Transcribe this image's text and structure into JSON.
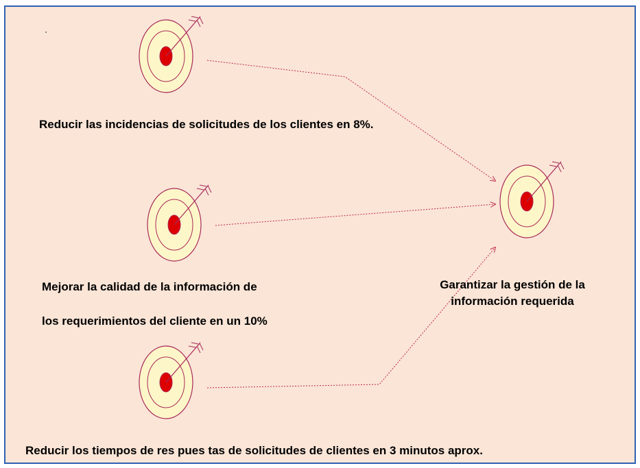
{
  "colors": {
    "background": "#fae5d7",
    "frame": "#2f5fb3",
    "target_fill": "#fdf6c8",
    "target_stroke": "#a8285a",
    "bullseye": "#dd0000",
    "connector": "#c0284a"
  },
  "goals": [
    {
      "icon": "target-goal-icon",
      "text": "Reducir las incidencias de solicitudes de los clientes en 8%."
    },
    {
      "icon": "target-goal-icon",
      "text_line1": "Mejorar la calidad de la información de",
      "text_line2": "los requerimientos del cliente en un 10%"
    },
    {
      "icon": "target-goal-icon",
      "text": "Reducir los tiempos de res pues tas de solicitudes de clientes en 3 minutos aprox."
    }
  ],
  "main_goal": {
    "icon": "target-goal-icon",
    "line1": "Garantizar la gestión de la",
    "line2": "información requerida"
  }
}
